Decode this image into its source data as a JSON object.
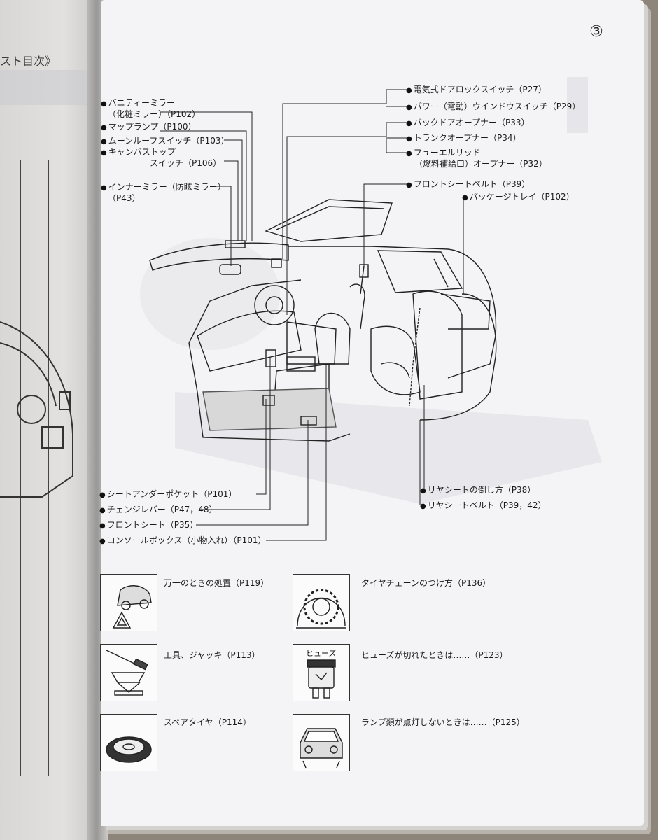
{
  "page_number": "③",
  "left_page": {
    "header": "スト目次》"
  },
  "callouts_left_top": [
    {
      "line1": "バニティーミラー",
      "line2": "（化粧ミラー）（P102）"
    },
    {
      "line1": "マップランプ（P100）"
    },
    {
      "line1": "ムーンルーフスイッチ（P103）"
    },
    {
      "line1": "キャンバストップ",
      "line2": "スイッチ（P106）"
    },
    {
      "line1": "インナーミラー（防眩ミラー）",
      "line2": "（P43）"
    }
  ],
  "callouts_right_top": [
    {
      "line1": "電気式ドアロックスイッチ（P27）"
    },
    {
      "line1": "パワー（電動）ウインドウスイッチ（P29）"
    },
    {
      "line1": "バックドアオープナー（P33）"
    },
    {
      "line1": "トランクオープナー（P34）"
    },
    {
      "line1": "フューエルリッド",
      "line2": "（燃料補給口）オープナー（P32）"
    },
    {
      "line1": "フロントシートベルト（P39）"
    },
    {
      "line1": "パッケージトレイ（P102）"
    }
  ],
  "callouts_bottom_left": [
    "シートアンダーポケット（P101）",
    "チェンジレバー（P47，48）",
    "フロントシート（P35）",
    "コンソールボックス（小物入れ）（P101）"
  ],
  "callouts_bottom_right": [
    "リヤシートの倒し方（P38）",
    "リヤシートベルト（P39，42）"
  ],
  "emergency_items": [
    {
      "icon": "warning-triangle-car-icon",
      "caption": "万一のときの処置（P119）"
    },
    {
      "icon": "tools-jack-icon",
      "caption": "工具、ジャッキ（P113）"
    },
    {
      "icon": "spare-tire-icon",
      "caption": "スペアタイヤ（P114）"
    },
    {
      "icon": "tire-chain-icon",
      "caption": "タイヤチェーンのつけ方（P136）"
    },
    {
      "icon": "fuse-icon",
      "icon_text": "ヒューズ",
      "caption": "ヒューズが切れたときは……（P123）"
    },
    {
      "icon": "lamp-off-car-icon",
      "caption": "ランプ類が点灯しないときは……（P125）"
    }
  ]
}
